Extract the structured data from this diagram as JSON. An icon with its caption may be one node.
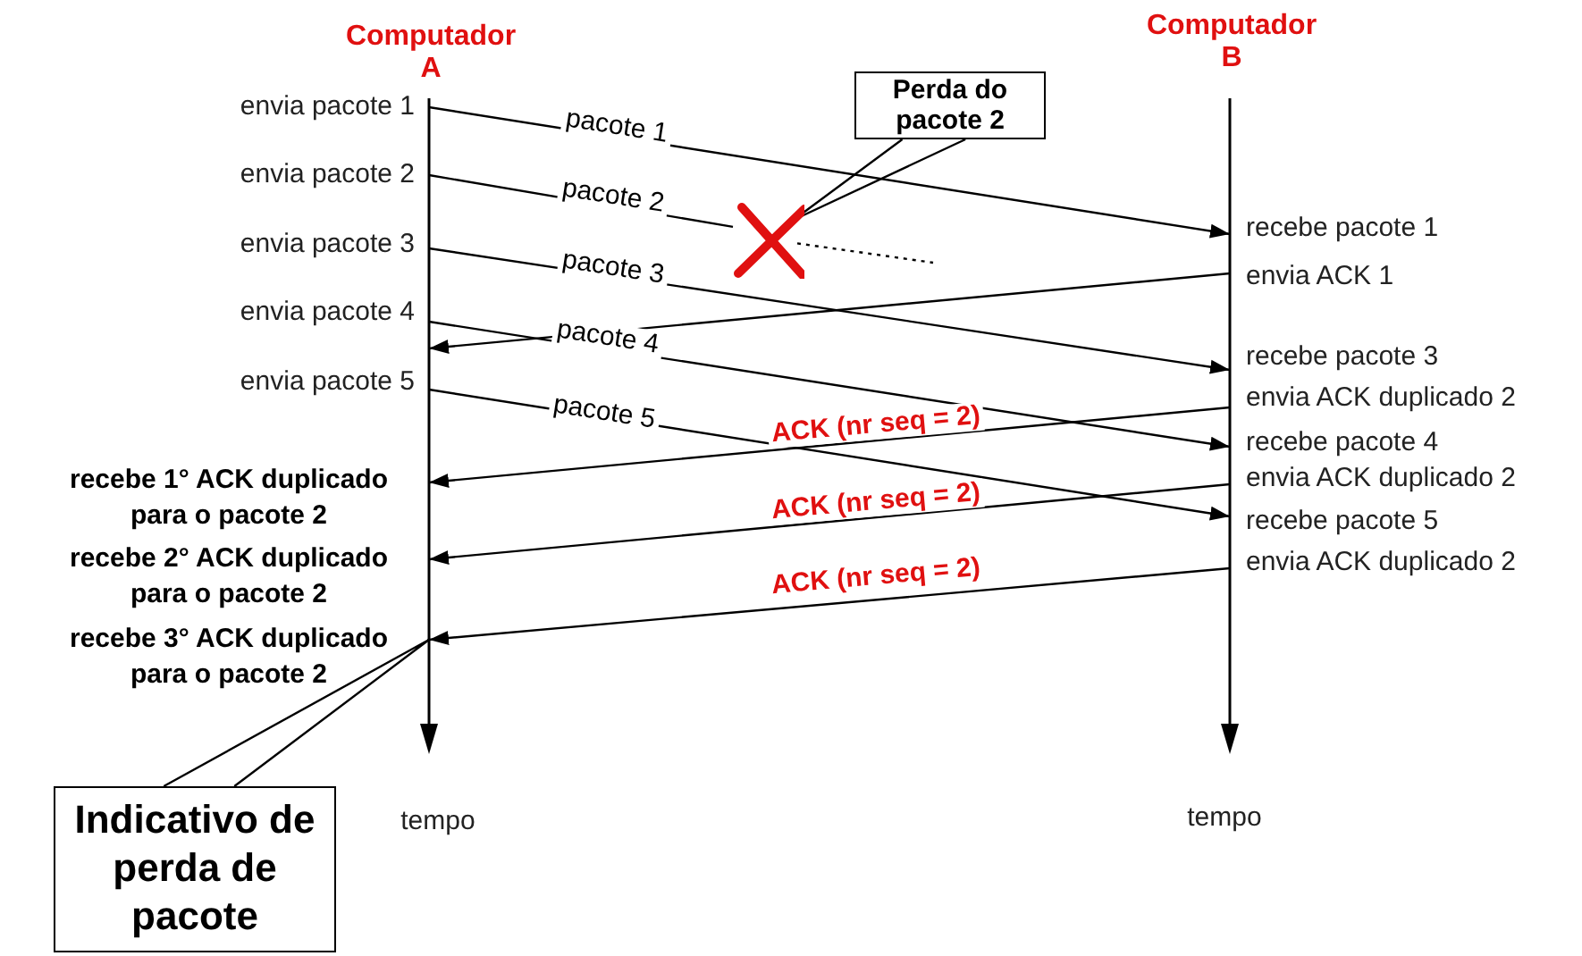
{
  "diagram": {
    "nodes": [
      {
        "text": [
          "envia pacote 1"
        ]
      },
      {
        "text": [
          "envia pacote 2"
        ]
      },
      {
        "text": [
          "envia pacote 3"
        ]
      },
      {
        "text": [
          "envia pacote 4"
        ]
      },
      {
        "text": [
          "envia pacote 5"
        ]
      },
      {
        "text": [
          "recebe 1° ACK duplicado para o pacote 2"
        ]
      },
      {
        "text": [
          "recebe 2° ACK duplicado para o pacote 2"
        ]
      },
      {
        "text": [
          "recebe 3° ACK duplicado para o pacote 2"
        ]
      },
      {
        "text": [
          "recebe pacote 1"
        ]
      },
      {
        "text": [
          "envia ACK 1"
        ]
      },
      {
        "text": [
          "recebe pacote 3"
        ]
      },
      {
        "text": [
          "envia ACK duplicado 2"
        ]
      },
      {
        "text": [
          "recebe pacote 4"
        ]
      },
      {
        "text": [
          "envia ACK duplicado 2"
        ]
      },
      {
        "text": [
          "recebe pacote 5"
        ]
      },
      {
        "text": [
          "envia ACK duplicado 2"
        ]
      },
      {
        "text": [
          "Perda do pacote 2"
        ]
      },
      {
        "text": [],
        "shape": "cross"
      },
      {
        "text": [
          "Indicativo de perda de pacote"
        ]
      }
    ],
    "edges": [
      {
        "from": 0,
        "to": 8,
        "arrow": "to",
        "label": "pacote 1"
      },
      {
        "from": 1,
        "to": 17,
        "arrow": "none",
        "label": "pacote 2"
      },
      {
        "from": 17,
        "to": null,
        "arrow": "none",
        "style": "dashed"
      },
      {
        "from": 2,
        "to": 10,
        "arrow": "to",
        "label": "pacote 3"
      },
      {
        "from": 9,
        "to": 3,
        "arrow": "to"
      },
      {
        "from": 3,
        "to": 12,
        "arrow": "to",
        "label": "pacote 4"
      },
      {
        "from": 4,
        "to": 14,
        "arrow": "to",
        "label": "pacote 5"
      },
      {
        "from": 11,
        "to": 5,
        "arrow": "to",
        "label": "ACK (nr seq = 2)"
      },
      {
        "from": 13,
        "to": 6,
        "arrow": "to",
        "label": "ACK (nr seq = 2)"
      },
      {
        "from": 15,
        "to": 7,
        "arrow": "to",
        "label": "ACK (nr seq = 2)"
      },
      {
        "from": 16,
        "to": 17,
        "arrow": "none"
      },
      {
        "from": 18,
        "to": null,
        "arrow": "none"
      }
    ],
    "labels": [
      "Computador A",
      "Computador B",
      "tempo",
      "tempo"
    ]
  }
}
